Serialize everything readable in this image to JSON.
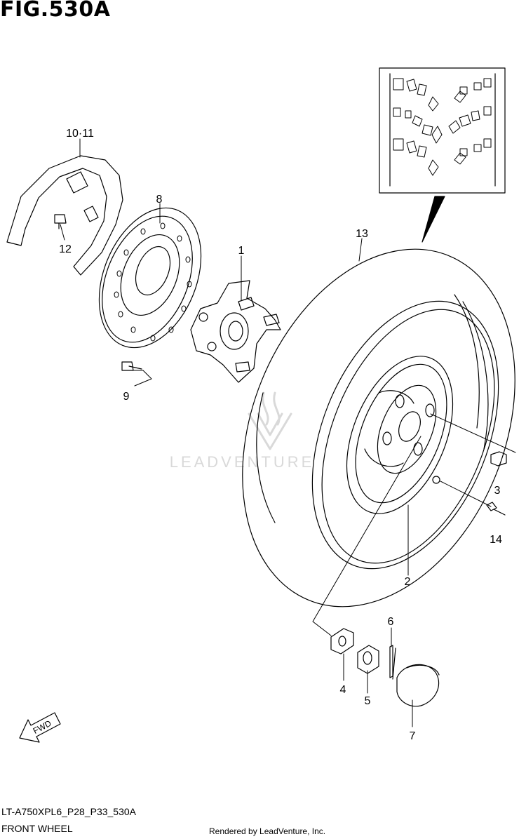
{
  "figure": {
    "title": "FIG.530A",
    "model_code": "LT-A750XPL6_P28_P33_530A",
    "section_name": "FRONT WHEEL",
    "rendered_by": "Rendered by LeadVenture, Inc.",
    "watermark": "LEADVENTURE",
    "fwd_label": "FWD"
  },
  "callouts": [
    {
      "id": "1",
      "label": "1"
    },
    {
      "id": "2",
      "label": "2"
    },
    {
      "id": "3",
      "label": "3"
    },
    {
      "id": "4",
      "label": "4"
    },
    {
      "id": "5",
      "label": "5"
    },
    {
      "id": "6",
      "label": "6"
    },
    {
      "id": "7",
      "label": "7"
    },
    {
      "id": "8",
      "label": "8"
    },
    {
      "id": "9",
      "label": "9"
    },
    {
      "id": "10-11",
      "label": "10·11"
    },
    {
      "id": "12",
      "label": "12"
    },
    {
      "id": "13",
      "label": "13"
    },
    {
      "id": "14",
      "label": "14"
    }
  ],
  "colors": {
    "line": "#000000",
    "watermark": "#d9d9d9",
    "background": "#ffffff"
  }
}
